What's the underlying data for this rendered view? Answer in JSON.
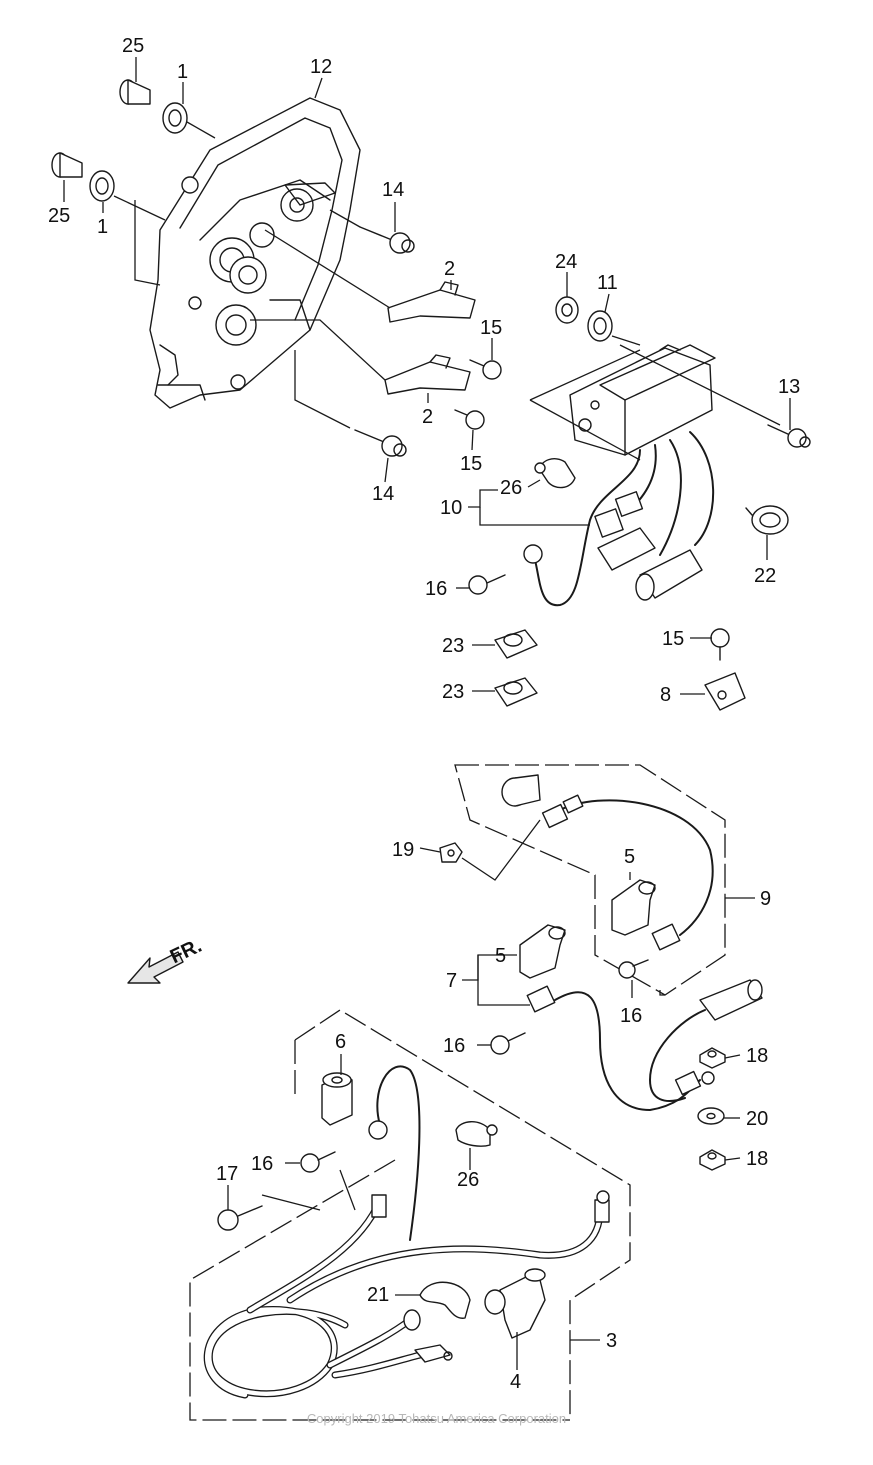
{
  "diagram": {
    "callouts": [
      "25",
      "1",
      "12",
      "25",
      "1",
      "14",
      "2",
      "24",
      "11",
      "15",
      "13",
      "2",
      "14",
      "15",
      "26",
      "10",
      "22",
      "16",
      "15",
      "23",
      "23",
      "8",
      "5",
      "19",
      "9",
      "5",
      "7",
      "16",
      "16",
      "6",
      "18",
      "20",
      "18",
      "17",
      "16",
      "26",
      "21",
      "3",
      "4"
    ],
    "direction_label": "FR.",
    "copyright": "Copyright 2019 Tohatsu America Corporation"
  },
  "colors": {
    "line": "#1a1a1a",
    "background": "#ffffff",
    "copyright_text": "#b8b8b8"
  }
}
